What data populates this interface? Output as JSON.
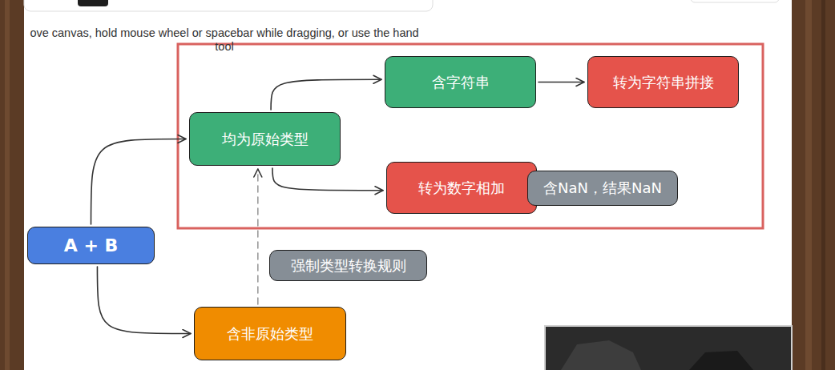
{
  "diagram": {
    "nodes": [
      {
        "text": [
          "A + B"
        ]
      },
      {
        "text": [
          "均为原始类型"
        ]
      },
      {
        "text": [
          "含字符串"
        ]
      },
      {
        "text": [
          "转为字符串拼接"
        ]
      },
      {
        "text": [
          "转为数字相加"
        ]
      },
      {
        "text": [
          "含NaN，结果NaN"
        ]
      },
      {
        "text": [
          "强制类型转换规则"
        ]
      },
      {
        "text": [
          "含非原始类型"
        ]
      }
    ],
    "edges": [
      {
        "from": 0,
        "to": 1,
        "arrow": "to"
      },
      {
        "from": 0,
        "to": 7,
        "arrow": "to"
      },
      {
        "from": 1,
        "to": 2,
        "arrow": "to"
      },
      {
        "from": 1,
        "to": 4,
        "arrow": "to"
      },
      {
        "from": 2,
        "to": 3,
        "arrow": "to"
      },
      {
        "from": 7,
        "to": 1,
        "arrow": "to"
      }
    ],
    "labels": [
      "ove canvas, hold mouse wheel or spacebar while dragging, or use the hand tool"
    ]
  }
}
